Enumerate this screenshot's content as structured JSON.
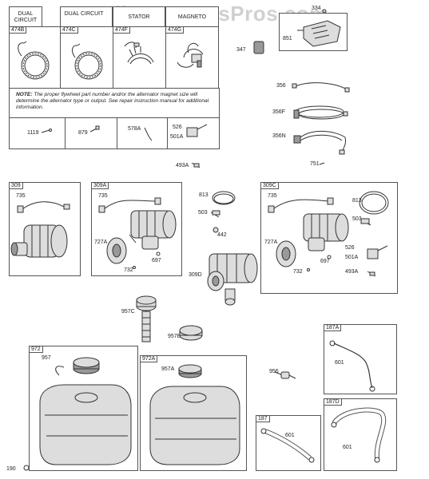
{
  "watermark": "AppliancePartsPros.com",
  "alternators": {
    "headers": [
      "DUAL CIRCUIT",
      "DUAL CIRCUIT",
      "STATOR",
      "MAGNETO"
    ],
    "tags": [
      "474B",
      "474C",
      "474F",
      "474G"
    ],
    "note_bold": "NOTE:",
    "note_text": "The proper flywheel part number and/or the alternator magnet size will determine the alternator type or output. See repair instruction manual for additional information.",
    "small_parts": [
      "1119",
      "879",
      "578A",
      "526",
      "501A",
      "493A"
    ]
  },
  "labels": {
    "l334": "334",
    "l851": "851",
    "l347": "347",
    "l356": "356",
    "l356F": "356F",
    "l356N": "356N",
    "l751": "751",
    "l309": "309",
    "l735a": "735",
    "l309A": "309A",
    "l735b": "735",
    "l727Aa": "727A",
    "l697a": "697",
    "l732a": "732",
    "l813a": "813",
    "l503a": "503",
    "l442": "442",
    "l309D": "309D",
    "l309C": "309C",
    "l735c": "735",
    "l813b": "813",
    "l503b": "503",
    "l727Ab": "727A",
    "l526b": "526",
    "l501Ab": "501A",
    "l697b": "697",
    "l732b": "732",
    "l493Ab": "493A",
    "l957C": "957C",
    "l957B": "957B",
    "l972": "972",
    "l957": "957",
    "l972A": "972A",
    "l957A": "957A",
    "l956": "956",
    "l187A": "187A",
    "l601a": "601",
    "l187": "187",
    "l601b": "601",
    "l187D": "187D",
    "l601c": "601",
    "l190": "190"
  }
}
